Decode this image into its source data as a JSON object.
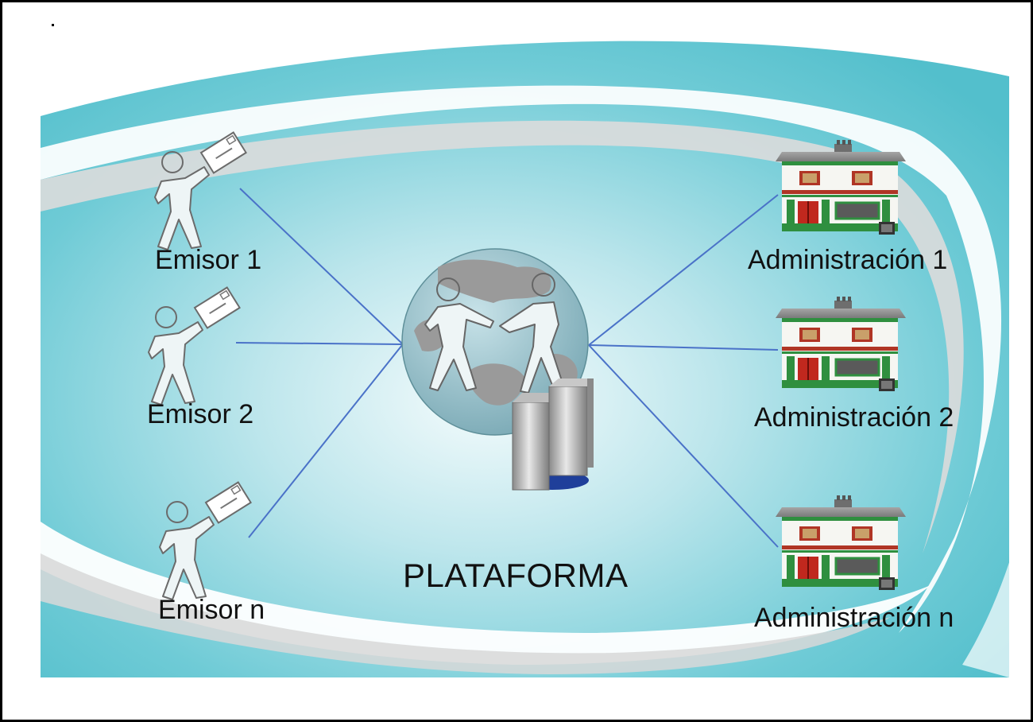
{
  "emisores": [
    {
      "label": "Emisor 1"
    },
    {
      "label": "Emisor 2"
    },
    {
      "label": "Emisor n"
    }
  ],
  "administraciones": [
    {
      "label": "Administración 1"
    },
    {
      "label": "Administración 2"
    },
    {
      "label": "Administración n"
    }
  ],
  "center": {
    "label": "PLATAFORMA"
  },
  "icons": {
    "emisor": "person-with-envelope-icon",
    "administracion": "building-icon",
    "plataforma": "globe-handshake-server-icon"
  },
  "colors": {
    "background": "#5cc4d0",
    "connector": "#4a72c8",
    "globe": "#8fb9c2",
    "land": "#9a9a9a",
    "border": "#000000"
  }
}
